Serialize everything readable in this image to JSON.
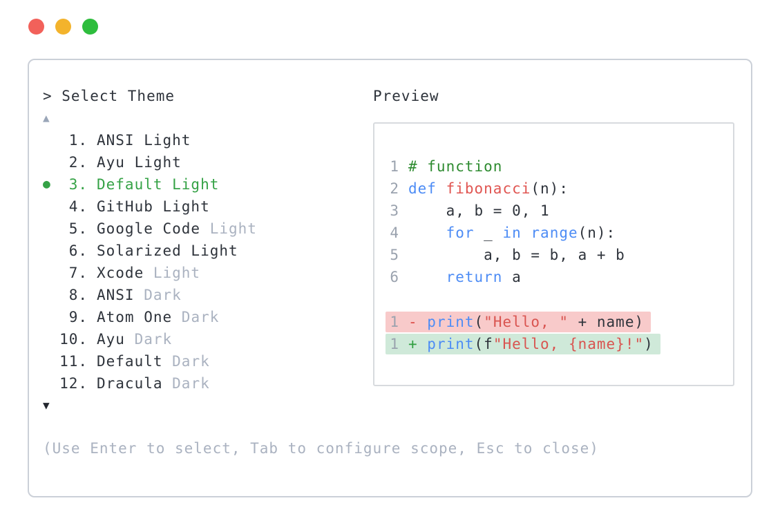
{
  "window": {
    "traffic_lights": [
      {
        "name": "close",
        "color": "#f2615a"
      },
      {
        "name": "minimize",
        "color": "#f3b32c"
      },
      {
        "name": "zoom",
        "color": "#2ebd3d"
      }
    ]
  },
  "selector": {
    "prompt": "> Select Theme",
    "scroll_up_icon": "▲",
    "scroll_down_icon": "▼",
    "items": [
      {
        "number": "1",
        "name": "ANSI Light",
        "suffix": "",
        "selected": false
      },
      {
        "number": "2",
        "name": "Ayu Light",
        "suffix": "",
        "selected": false
      },
      {
        "number": "3",
        "name": "Default Light",
        "suffix": "",
        "selected": true
      },
      {
        "number": "4",
        "name": "GitHub Light",
        "suffix": "",
        "selected": false
      },
      {
        "number": "5",
        "name": "Google Code",
        "suffix": " Light",
        "selected": false
      },
      {
        "number": "6",
        "name": "Solarized Light",
        "suffix": "",
        "selected": false
      },
      {
        "number": "7",
        "name": "Xcode",
        "suffix": " Light",
        "selected": false
      },
      {
        "number": "8",
        "name": "ANSI",
        "suffix": " Dark",
        "selected": false
      },
      {
        "number": "9",
        "name": "Atom One",
        "suffix": " Dark",
        "selected": false
      },
      {
        "number": "10",
        "name": "Ayu",
        "suffix": " Dark",
        "selected": false
      },
      {
        "number": "11",
        "name": "Default",
        "suffix": " Dark",
        "selected": false
      },
      {
        "number": "12",
        "name": "Dracula",
        "suffix": " Dark",
        "selected": false
      }
    ],
    "help": "(Use Enter to select, Tab to configure scope, Esc to close)"
  },
  "preview": {
    "title": "Preview",
    "code_lines": [
      {
        "number": "1",
        "tokens": [
          {
            "text": "# function",
            "type": "comment"
          }
        ]
      },
      {
        "number": "2",
        "tokens": [
          {
            "text": "def",
            "type": "keyword"
          },
          {
            "text": " ",
            "type": "plain"
          },
          {
            "text": "fibonacci",
            "type": "function"
          },
          {
            "text": "(n):",
            "type": "plain"
          }
        ]
      },
      {
        "number": "3",
        "tokens": [
          {
            "text": "    a, b = 0, 1",
            "type": "plain"
          }
        ]
      },
      {
        "number": "4",
        "tokens": [
          {
            "text": "    ",
            "type": "plain"
          },
          {
            "text": "for",
            "type": "keyword"
          },
          {
            "text": " _ ",
            "type": "plain"
          },
          {
            "text": "in",
            "type": "keyword"
          },
          {
            "text": " ",
            "type": "plain"
          },
          {
            "text": "range",
            "type": "keyword"
          },
          {
            "text": "(n):",
            "type": "plain"
          }
        ]
      },
      {
        "number": "5",
        "tokens": [
          {
            "text": "        a, b = b, a + b",
            "type": "plain"
          }
        ]
      },
      {
        "number": "6",
        "tokens": [
          {
            "text": "    ",
            "type": "plain"
          },
          {
            "text": "return",
            "type": "keyword"
          },
          {
            "text": " a",
            "type": "plain"
          }
        ]
      }
    ],
    "diff_lines": [
      {
        "number": "1",
        "change": "removed",
        "marker": "-",
        "tokens": [
          {
            "text": "print",
            "type": "keyword"
          },
          {
            "text": "(",
            "type": "plain"
          },
          {
            "text": "\"Hello, \"",
            "type": "string"
          },
          {
            "text": " + name)",
            "type": "plain"
          }
        ]
      },
      {
        "number": "1",
        "change": "added",
        "marker": "+",
        "tokens": [
          {
            "text": "print",
            "type": "keyword"
          },
          {
            "text": "(f",
            "type": "plain"
          },
          {
            "text": "\"Hello, {name}!\"",
            "type": "string"
          },
          {
            "text": ")",
            "type": "plain"
          }
        ]
      }
    ]
  },
  "colors": {
    "text-dark": "#2e333b",
    "text-dim": "#aab2c0",
    "arrow-dim": "#9aa6b8",
    "arrow-dark": "#23272f",
    "accent-green": "#35a246",
    "keyword-blue": "#4d8cf5",
    "function-red": "#e05551",
    "string-red": "#d95450",
    "comment-green": "#2e8b30",
    "minus-red": "#dc4b46",
    "plus-green": "#2f9e3f",
    "removed-bg": "#f8caca",
    "added-bg": "#cfe9d9",
    "line-num": "#9aa2ae",
    "panel-border": "#cbd0d8",
    "box-border": "#d7dade"
  }
}
